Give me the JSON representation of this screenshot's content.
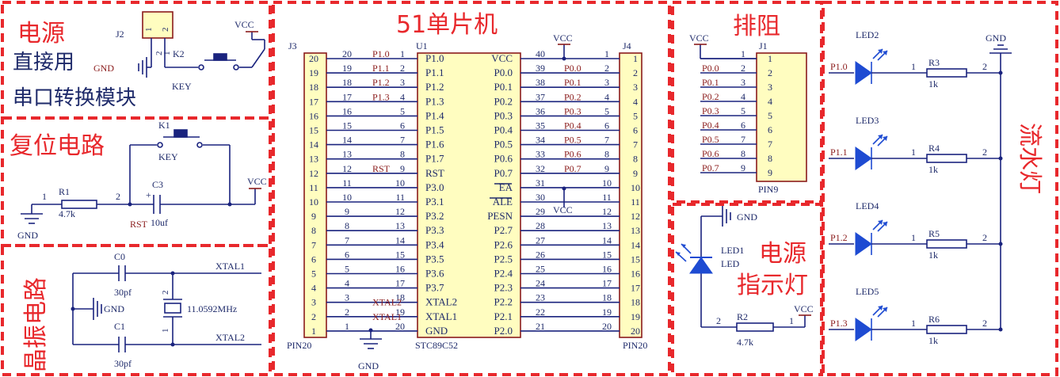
{
  "sections": {
    "power_title": "电源",
    "power_line2": "直接用",
    "power_line3": "串口转换模块",
    "reset_title": "复位电路",
    "crystal_title": "晶振电路",
    "mcu_title": "51单片机",
    "respack_title": "排阻",
    "power_led_title1": "电源",
    "power_led_title2": "指示灯",
    "flow_title": "流水灯"
  },
  "labels": {
    "vcc": "VCC",
    "gnd": "GND",
    "j2": "J2",
    "k2": "K2",
    "key": "KEY",
    "k1": "K1",
    "r1": "R1",
    "r1_val": "4.7k",
    "c3": "C3",
    "c3_val": "10uf",
    "rst": "RST",
    "c0": "C0",
    "c1": "C1",
    "cap_val": "30pf",
    "crystal_val": "11.0592MHz",
    "xtal1": "XTAL1",
    "xtal2": "XTAL2",
    "j3": "J3",
    "j4": "J4",
    "u1": "U1",
    "pin20": "PIN20",
    "chip": "STC89C52",
    "j1": "J1",
    "pin9": "PIN9",
    "led1": "LED1",
    "led1b": "LED",
    "r2": "R2",
    "r2_val": "4.7k",
    "pin1": "1",
    "pin2": "2",
    "res_val": "1k"
  },
  "mcu_left": [
    "P1.0",
    "P1.1",
    "P1.2",
    "P1.3",
    "P1.4",
    "P1.5",
    "P1.6",
    "P1.7",
    "RST",
    "P3.0",
    "P3.1",
    "P3.2",
    "P3.3",
    "P3.4",
    "P3.5",
    "P3.6",
    "P3.7",
    "XTAL2",
    "XTAL1",
    "GND"
  ],
  "mcu_right": [
    "VCC",
    "P0.0",
    "P0.1",
    "P0.2",
    "P0.3",
    "P0.4",
    "P0.5",
    "P0.6",
    "P0.7",
    "EA",
    "ALE",
    "PESN",
    "P2.7",
    "P2.6",
    "P2.5",
    "P2.4",
    "P2.3",
    "P2.2",
    "P2.1",
    "P2.0"
  ],
  "net_right": [
    "",
    "P0.0",
    "P0.1",
    "P0.2",
    "P0.3",
    "P0.4",
    "P0.5",
    "P0.6",
    "P0.7"
  ],
  "net_left": [
    "P1.0",
    "P1.1",
    "P1.2",
    "P1.3",
    "",
    "",
    "",
    "",
    "RST"
  ],
  "xtal_net": [
    "XTAL2",
    "XTAL1"
  ],
  "respack_nets": [
    "P0.0",
    "P0.1",
    "P0.2",
    "P0.3",
    "P0.4",
    "P0.5",
    "P0.6",
    "P0.7"
  ],
  "leds": [
    {
      "name": "LED2",
      "net": "P1.0",
      "res": "R3"
    },
    {
      "name": "LED3",
      "net": "P1.1",
      "res": "R4"
    },
    {
      "name": "LED4",
      "net": "P1.2",
      "res": "R5"
    },
    {
      "name": "LED5",
      "net": "P1.3",
      "res": "R6"
    }
  ],
  "colors": {
    "border": "#e8282c",
    "title": "#e8282c",
    "wire": "#1a237e",
    "label": "#1e2a6a",
    "net": "#8b1c1c",
    "comp_fill": "#fffdc0",
    "led": "#1e4bd2"
  }
}
